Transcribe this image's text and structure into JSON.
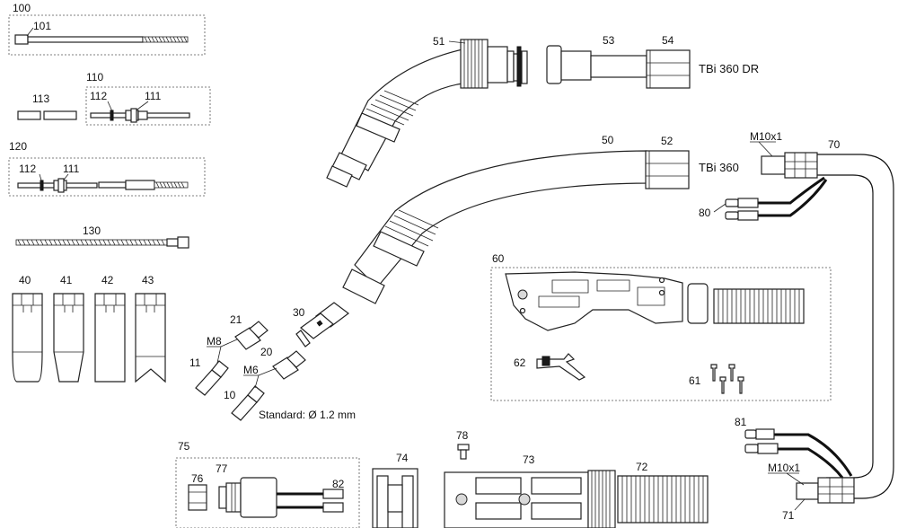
{
  "labels": {
    "p100": "100",
    "p101": "101",
    "p110": "110",
    "p111a": "111",
    "p112a": "112",
    "p113": "113",
    "p120": "120",
    "p111b": "111",
    "p112b": "112",
    "p130": "130",
    "p40": "40",
    "p41": "41",
    "p42": "42",
    "p43": "43",
    "p51": "51",
    "p53": "53",
    "p54": "54",
    "p50": "50",
    "p52": "52",
    "p70": "70",
    "p80": "80",
    "p60": "60",
    "p62": "62",
    "p61": "61",
    "p21": "21",
    "p20": "20",
    "p30": "30",
    "p11": "11",
    "p10": "10",
    "p75": "75",
    "p76": "76",
    "p77": "77",
    "p82": "82",
    "p74": "74",
    "p78": "78",
    "p73": "73",
    "p72": "72",
    "p81": "81",
    "p71": "71"
  },
  "annotations": {
    "tbi360dr": "TBi 360 DR",
    "tbi360": "TBi 360",
    "m10x1_top": "M10x1",
    "m10x1_bottom": "M10x1",
    "m8": "M8",
    "m6": "M6",
    "standard": "Standard: Ø 1.2  mm"
  }
}
